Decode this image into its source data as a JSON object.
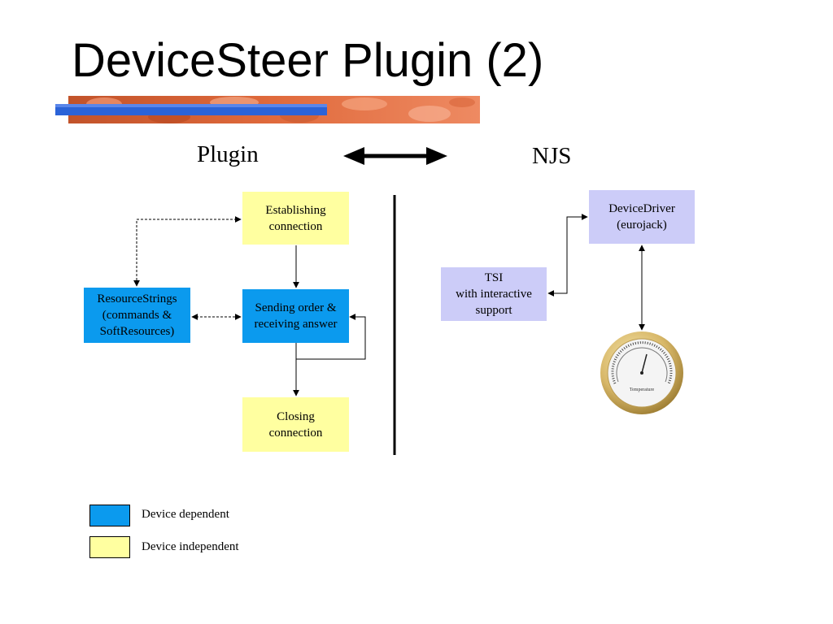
{
  "title": "DeviceSteer Plugin (2)",
  "diagram": {
    "left_label": "Plugin",
    "right_label": "NJS",
    "boxes": {
      "establishing": "Establishing\nconnection",
      "sending": "Sending order &\nreceiving answer",
      "closing": "Closing\nconnection",
      "resource_strings": "ResourceStrings\n(commands &\nSoftResources)",
      "device_driver": "DeviceDriver\n(eurojack)",
      "tsi": "TSI\nwith interactive\nsupport"
    },
    "gauge_label": "Temperature"
  },
  "legend": [
    {
      "label": "Device dependent",
      "color": "#0b9aee"
    },
    {
      "label": "Device independent",
      "color": "#ffffa0"
    }
  ]
}
